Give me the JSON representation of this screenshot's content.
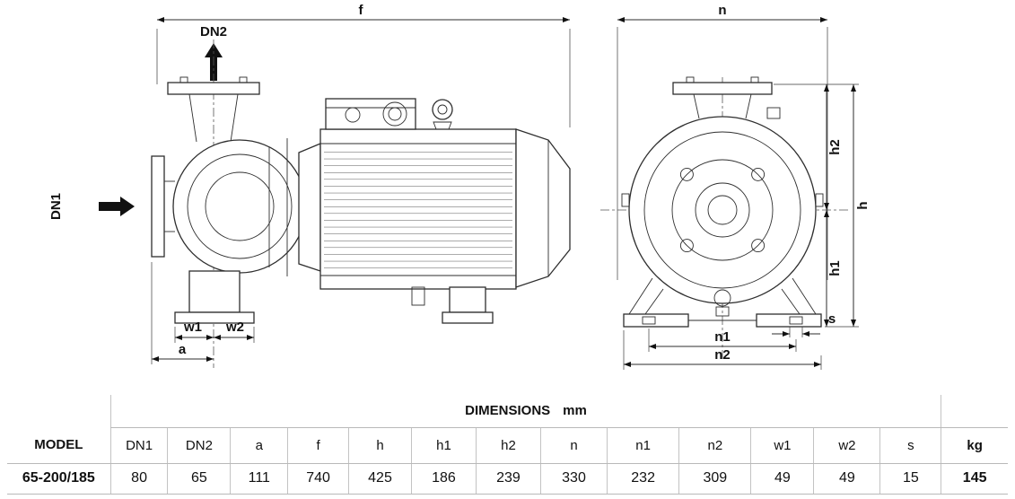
{
  "side_view": {
    "labels": {
      "f": "f",
      "dn2": "DN2",
      "dn1": "DN1",
      "w1": "w1",
      "w2": "w2",
      "a": "a"
    }
  },
  "front_view": {
    "labels": {
      "n": "n",
      "h2": "h2",
      "h": "h",
      "h1": "h1",
      "s": "s",
      "n1": "n1",
      "n2": "n2"
    }
  },
  "table": {
    "title": "DIMENSIONS",
    "unit": "mm",
    "model_header": "MODEL",
    "weight_header": "kg",
    "columns": [
      "DN1",
      "DN2",
      "a",
      "f",
      "h",
      "h1",
      "h2",
      "n",
      "n1",
      "n2",
      "w1",
      "w2",
      "s"
    ],
    "row": {
      "model": "65-200/185",
      "values": [
        "80",
        "65",
        "111",
        "740",
        "425",
        "186",
        "239",
        "330",
        "232",
        "309",
        "49",
        "49",
        "15"
      ],
      "weight": "145"
    }
  }
}
